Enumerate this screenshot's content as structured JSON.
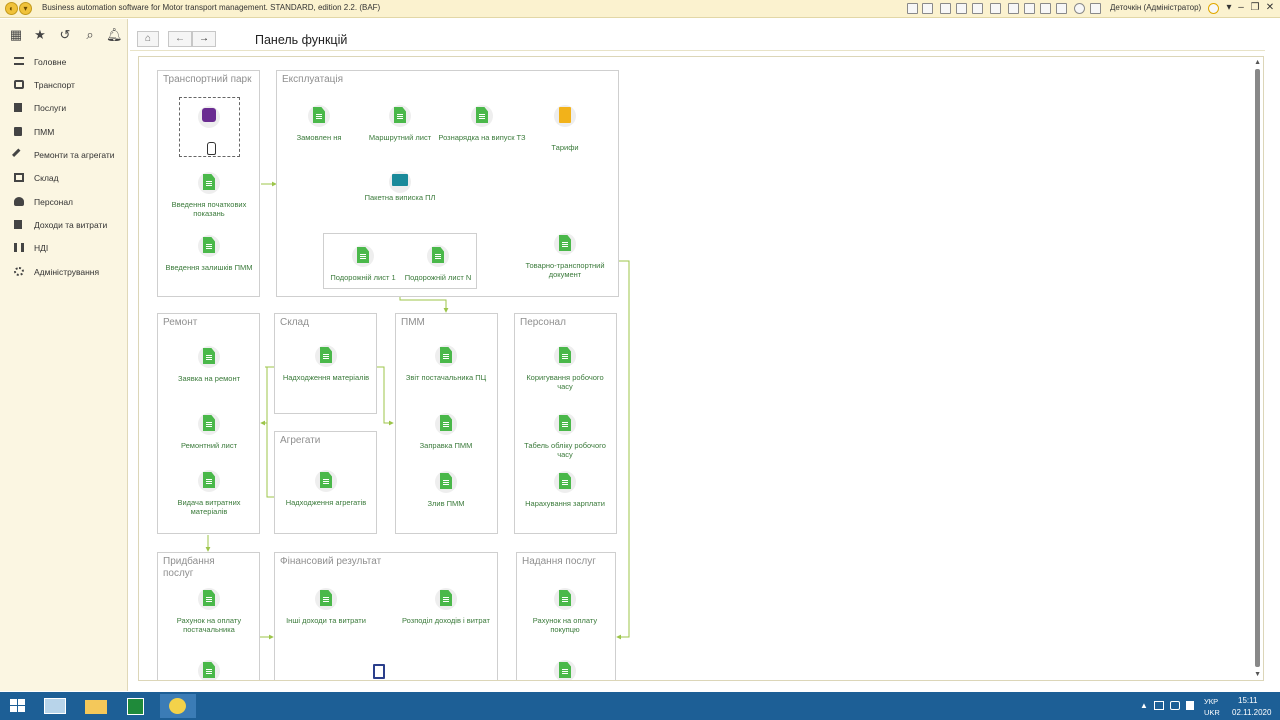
{
  "window": {
    "title": "Business automation software for Motor transport management. STANDARD, edition 2.2. (BAF)",
    "user": "Деточкін (Адміністратор)"
  },
  "sidebar": {
    "items": [
      {
        "label": "Головне",
        "icon": "menu-lines-icon"
      },
      {
        "label": "Транспорт",
        "icon": "truck-icon"
      },
      {
        "label": "Послуги",
        "icon": "document-icon"
      },
      {
        "label": "ПММ",
        "icon": "fuel-icon"
      },
      {
        "label": "Ремонти та агрегати",
        "icon": "wrench-icon"
      },
      {
        "label": "Склад",
        "icon": "warehouse-icon"
      },
      {
        "label": "Персонал",
        "icon": "person-icon"
      },
      {
        "label": "Доходи та витрати",
        "icon": "calculator-icon"
      },
      {
        "label": "НДІ",
        "icon": "books-icon"
      },
      {
        "label": "Адміністрування",
        "icon": "gear-icon"
      }
    ]
  },
  "header": {
    "title": "Панель функцій"
  },
  "sections": {
    "fleet": {
      "title": "Транспортний парк"
    },
    "operation": {
      "title": "Експлуатація"
    },
    "repair": {
      "title": "Ремонт"
    },
    "warehouse": {
      "title": "Склад"
    },
    "units": {
      "title": "Агрегати"
    },
    "fuel": {
      "title": "ПММ"
    },
    "staff": {
      "title": "Персонал"
    },
    "purchase": {
      "title": "Придбання послуг"
    },
    "finance": {
      "title": "Фінансовий результат"
    },
    "services": {
      "title": "Надання послуг"
    }
  },
  "docs": {
    "initial_readings": "Введення початкових показань",
    "fuel_balances": "Введення залишків ПММ",
    "order": "Замовлен ня",
    "route_sheet": "Маршрутний лист",
    "dispatch": "Рознарядка на випуск ТЗ",
    "tariffs": "Тарифи",
    "batch_issue": "Пакетна виписка ПЛ",
    "waybill_1": "Подорожній лист 1",
    "waybill_n": "Подорожній лист N",
    "consignment": "Товарно-транспортний документ",
    "repair_request": "Заявка на ремонт",
    "repair_sheet": "Ремонтний лист",
    "materials_issue": "Видача витратних матеріалів",
    "materials_receipt": "Надходження матеріалів",
    "units_receipt": "Надходження агрегатів",
    "supplier_report": "Звіт постачальника ПЦ",
    "refuel": "Заправка ПММ",
    "drain": "Злив ПММ",
    "time_adjust": "Коригування робочого часу",
    "timesheet": "Табель обліку робочого часу",
    "payroll": "Нарахування зарплати",
    "supplier_invoice": "Рахунок на оплату постачальника",
    "other_income": "Інші доходи та витрати",
    "income_distribution": "Розподіл доходів і витрат",
    "customer_invoice": "Рахунок на оплату покупцю"
  },
  "taskbar": {
    "lang_top": "УКР",
    "lang_bottom": "UKR",
    "time": "15:11",
    "date": "02.11.2020"
  },
  "colors": {
    "accent_green": "#4ab84a",
    "arrow_green": "#9cc54a",
    "title_bar": "#fbf2cf",
    "taskbar": "#1d5f96"
  }
}
